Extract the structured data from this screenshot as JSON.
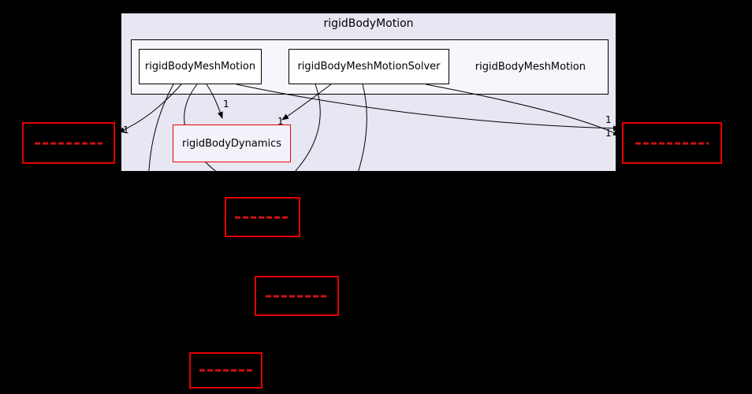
{
  "graph": {
    "outer_cluster": {
      "label": "rigidBodyMotion"
    },
    "inner_cluster": {
      "label": "rigidBodyMeshMotion"
    },
    "nodes": {
      "rigid_body_mesh_motion": {
        "label": "rigidBodyMeshMotion"
      },
      "rigid_body_mesh_motion_solver": {
        "label": "rigidBodyMeshMotionSolver"
      },
      "rigid_body_dynamics": {
        "label": "rigidBodyDynamics"
      }
    },
    "edge_labels": [
      {
        "text": "1"
      },
      {
        "text": "1"
      },
      {
        "text": "1"
      },
      {
        "text": "1"
      },
      {
        "text": "1"
      }
    ],
    "colors": {
      "background": "#000000",
      "outer_cluster_fill": "#e7e7f3",
      "inner_cluster_fill": "#f6f6fd",
      "node_fill": "#ffffff",
      "node_border": "#000000",
      "highlight_border": "#ee0000",
      "edge": "#000000"
    }
  }
}
